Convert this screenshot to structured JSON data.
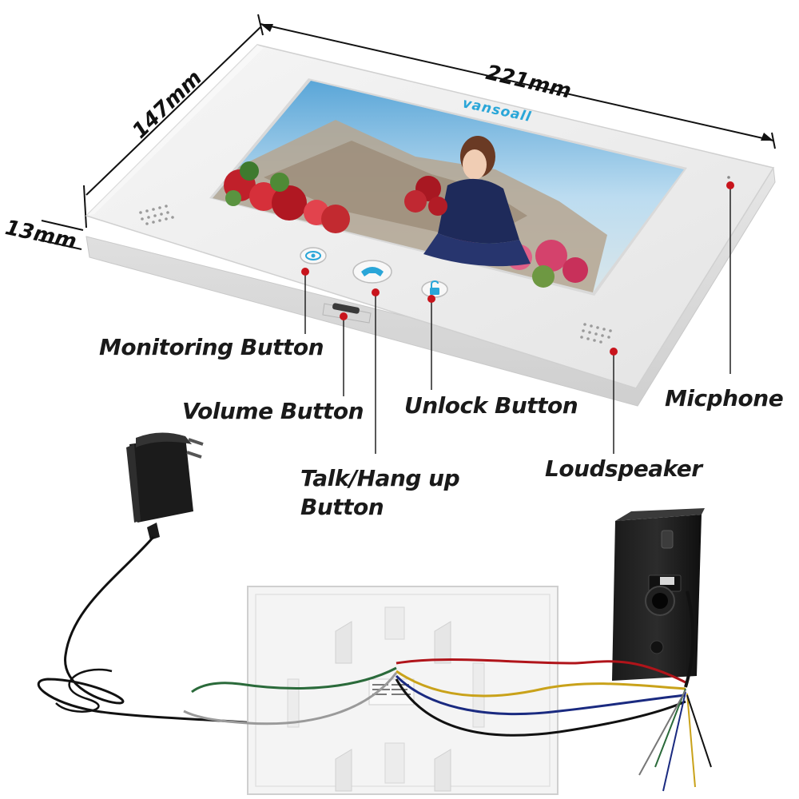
{
  "dimensions": {
    "width": "221mm",
    "height": "147mm",
    "depth": "13mm"
  },
  "brand": "vansoall",
  "callouts": {
    "monitoring_button": "Monitoring Button",
    "volume_button": "Volume Button",
    "talk_line1": "Talk/Hang up",
    "talk_line2": "Button",
    "unlock_button": "Unlock Button",
    "loudspeaker": "Loudspeaker",
    "microphone": "Micphone"
  },
  "colors": {
    "accent": "#2aa6d8",
    "callout_dot": "#c8141c",
    "wire_red": "#b0141a",
    "wire_yellow": "#c9a21a",
    "wire_blue": "#1a2a80",
    "wire_black": "#111111",
    "wire_green": "#2a6a3a"
  },
  "icons": {
    "monitoring": "eye-icon",
    "talk": "phone-icon",
    "unlock": "padlock-icon"
  }
}
